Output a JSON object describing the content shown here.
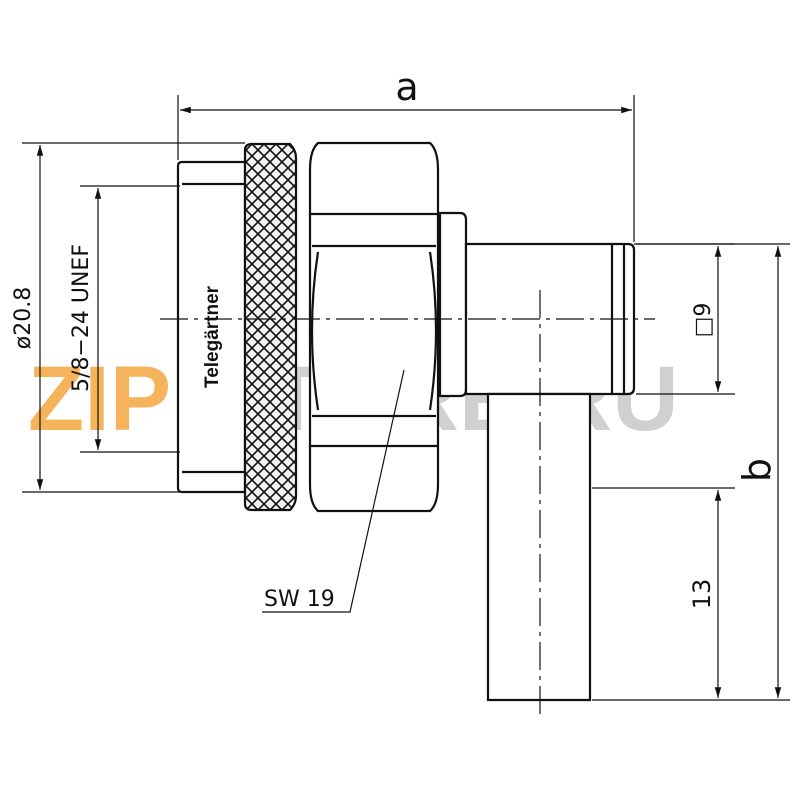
{
  "dimensions": {
    "a": "a",
    "b": "b",
    "diameter": "ø20.8",
    "thread": "5/8−24 UNEF",
    "square": "□9",
    "length_13": "13",
    "wrench": "SW 19"
  },
  "brand": "Telegärtner",
  "watermark": {
    "part1": "ZIP",
    "part2": "STORE.RU",
    "color_orange": "#f4a640",
    "color_gray": "#bdbdbd"
  },
  "colors": {
    "line": "#111111",
    "background": "#ffffff"
  }
}
